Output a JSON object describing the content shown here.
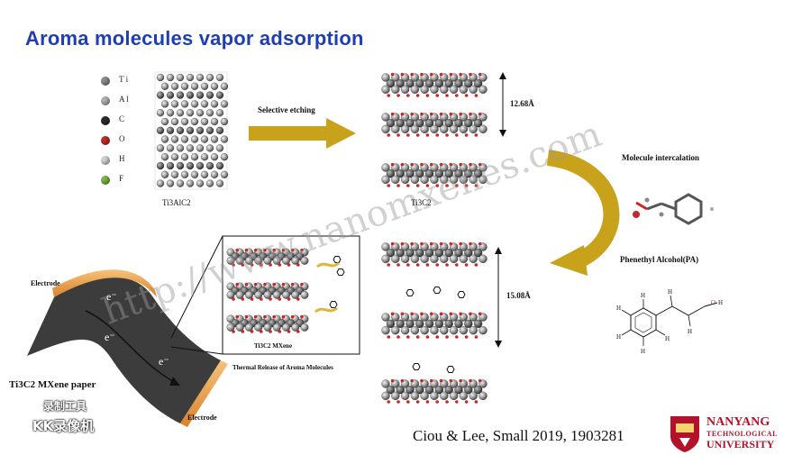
{
  "slide": {
    "title": "Aroma molecules vapor adsorption",
    "legend": [
      {
        "symbol": "Ti",
        "label": "T i",
        "color": "#8a8a8a"
      },
      {
        "symbol": "Al",
        "label": "A l",
        "color": "#b0b0b0"
      },
      {
        "symbol": "C",
        "label": "C",
        "color": "#2b2b2b"
      },
      {
        "symbol": "O",
        "label": "O",
        "color": "#c62828"
      },
      {
        "symbol": "H",
        "label": "H",
        "color": "#cfcfcf"
      },
      {
        "symbol": "F",
        "label": "F",
        "color": "#7cb342"
      }
    ],
    "labels": {
      "ti3alc2": "Ti3AlC2",
      "ti3c2": "Ti3C2",
      "selective_etching": "Selective etching",
      "spacing_top": "12.68Å",
      "spacing_bottom": "15.08Å",
      "molecule_intercalation": "Molecule intercalation",
      "phenethyl_alcohol": "Phenethyl Alcohol(PA)",
      "electrode_top": "Electrode",
      "electrode_bottom": "Electrode",
      "mxene_paper": "Ti3C2 MXene paper",
      "inset_mxene": "Ti3C2 MXene",
      "thermal_release": "Thermal Release of Aroma Molecules",
      "electron": "e⁻"
    },
    "citation": "Ciou & Lee, Small 2019, 1903281",
    "logo": {
      "line1": "NANYANG",
      "line2": "TECHNOLOGICAL",
      "line3": "UNIVERSITY"
    },
    "watermark": {
      "url": "http://www.nanomxenes.com",
      "badge_line1": "录制工具",
      "badge_line2": "KK录像机"
    },
    "colors": {
      "title": "#1f3fb0",
      "arrow_gold": "#c9a21b",
      "electrode": "#e8a040",
      "paper": "#3c3c3c",
      "logo_red": "#b3122b"
    }
  }
}
